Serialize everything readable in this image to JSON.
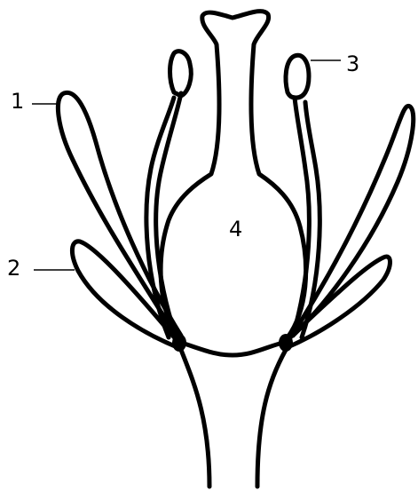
{
  "diagram": {
    "labels": {
      "l1": "1",
      "l2": "2",
      "l3": "3",
      "l4": "4"
    }
  }
}
